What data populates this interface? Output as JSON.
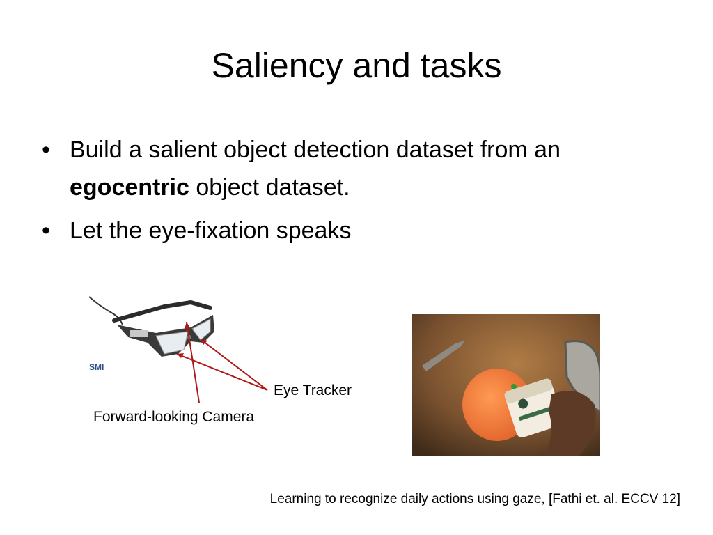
{
  "slide": {
    "title": "Saliency and tasks",
    "bullets": [
      {
        "prefix": "Build a salient object detection dataset from an ",
        "emphasis": "egocentric",
        "suffix": " object dataset."
      },
      {
        "text": "Let the eye-fixation speaks"
      }
    ],
    "bullet_glyph": "•",
    "figure": {
      "glasses_logo": "SMI",
      "label_eye_tracker": "Eye Tracker",
      "label_camera": "Forward-looking Camera",
      "arrow_color": "#b01818"
    },
    "citation": "Learning to recognize daily actions using gaze, [Fathi et. al. ECCV 12]"
  }
}
